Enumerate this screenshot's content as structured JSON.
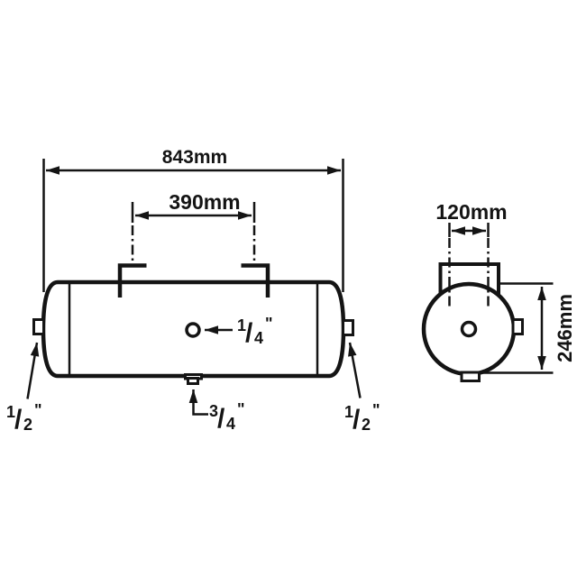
{
  "colors": {
    "background": "#ffffff",
    "ink": "#141414"
  },
  "side_view": {
    "view_name": "tank-side-view",
    "dim_overall_length": "843mm",
    "dim_bracket_spacing": "390mm",
    "port_top": {
      "full": "1/4\"",
      "num": "1",
      "slash": "/",
      "den": "4",
      "unit": "\""
    },
    "port_bottom": {
      "full": "3/4\"",
      "num": "3",
      "slash": "/",
      "den": "4",
      "unit": "\""
    },
    "port_left": {
      "full": "1/2\"",
      "num": "1",
      "slash": "/",
      "den": "2",
      "unit": "\""
    },
    "port_right": {
      "full": "1/2\"",
      "num": "1",
      "slash": "/",
      "den": "2",
      "unit": "\""
    }
  },
  "end_view": {
    "view_name": "tank-end-view",
    "dim_bracket_width": "120mm",
    "dim_diameter": "246mm"
  }
}
